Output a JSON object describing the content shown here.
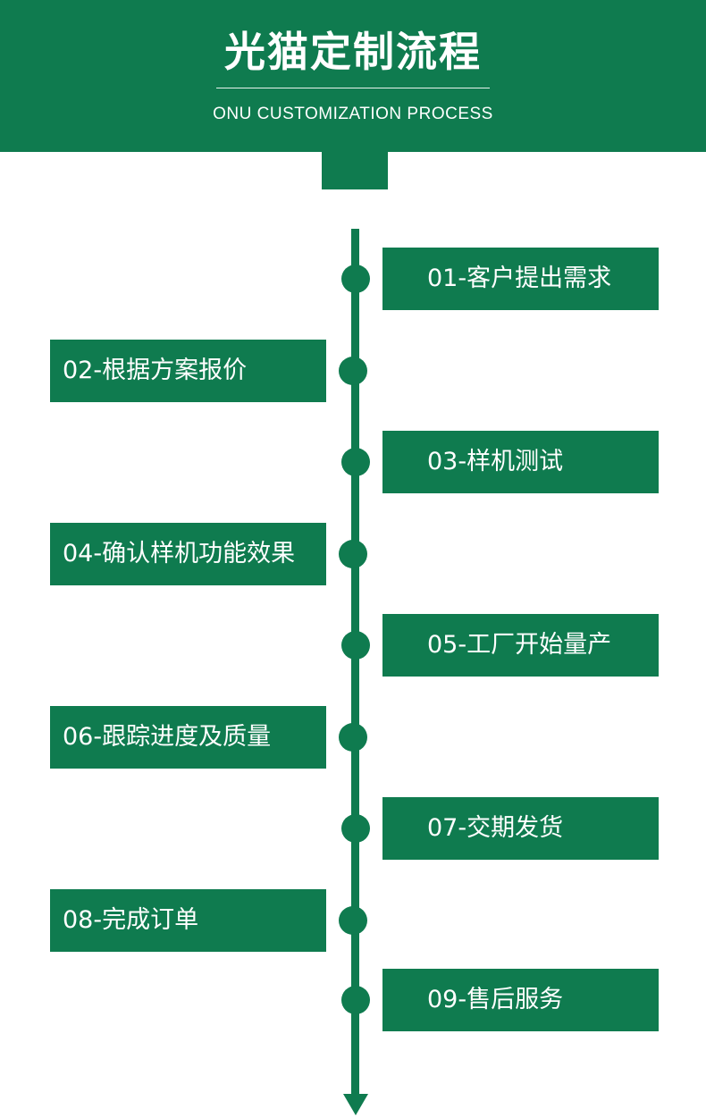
{
  "header": {
    "title": "光猫定制流程",
    "subtitle": "ONU CUSTOMIZATION PROCESS"
  },
  "colors": {
    "brand_green": "#0f7b4f",
    "text_light": "#ffffff"
  },
  "steps": [
    {
      "label": "01-客户提出需求",
      "side": "right"
    },
    {
      "label": "02-根据方案报价",
      "side": "left"
    },
    {
      "label": "03-样机测试",
      "side": "right"
    },
    {
      "label": "04-确认样机功能效果",
      "side": "left"
    },
    {
      "label": "05-工厂开始量产",
      "side": "right"
    },
    {
      "label": "06-跟踪进度及质量",
      "side": "left"
    },
    {
      "label": "07-交期发货",
      "side": "right"
    },
    {
      "label": "08-完成订单",
      "side": "left"
    },
    {
      "label": "09-售后服务",
      "side": "right"
    }
  ]
}
